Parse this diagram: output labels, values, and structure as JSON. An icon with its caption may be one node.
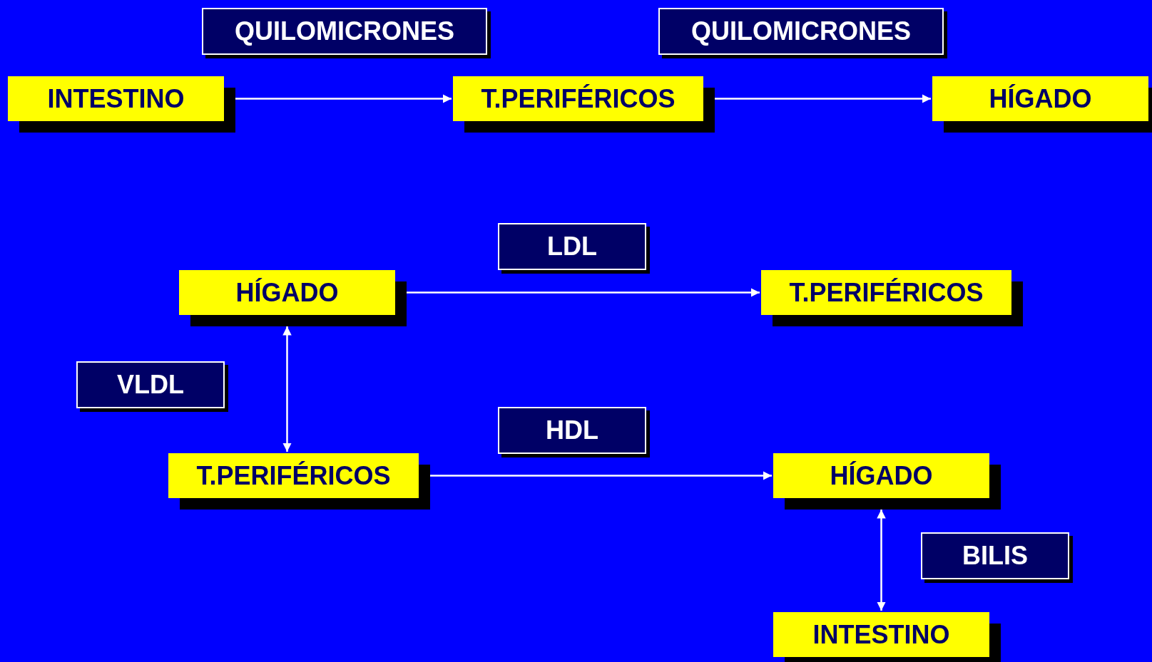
{
  "diagram": {
    "nodes": [
      {
        "text": [
          "QUILOMICRONES"
        ]
      },
      {
        "text": [
          "QUILOMICRONES"
        ]
      },
      {
        "text": [
          "INTESTINO"
        ]
      },
      {
        "text": [
          "T.PERIFÉRICOS"
        ]
      },
      {
        "text": [
          "HÍGADO"
        ]
      },
      {
        "text": [
          "LDL"
        ]
      },
      {
        "text": [
          "HÍGADO"
        ]
      },
      {
        "text": [
          "T.PERIFÉRICOS"
        ]
      },
      {
        "text": [
          "VLDL"
        ]
      },
      {
        "text": [
          "HDL"
        ]
      },
      {
        "text": [
          "T.PERIFÉRICOS"
        ]
      },
      {
        "text": [
          "HÍGADO"
        ]
      },
      {
        "text": [
          "BILIS"
        ]
      },
      {
        "text": [
          "INTESTINO"
        ]
      }
    ],
    "edges": [
      {
        "from": 2,
        "to": 3,
        "arrow": "to"
      },
      {
        "from": 3,
        "to": 4,
        "arrow": "to"
      },
      {
        "from": 6,
        "to": 7,
        "arrow": "to"
      },
      {
        "from": 6,
        "to": 10,
        "arrow": "both"
      },
      {
        "from": 10,
        "to": 11,
        "arrow": "to"
      },
      {
        "from": 11,
        "to": 13,
        "arrow": "both"
      }
    ]
  }
}
